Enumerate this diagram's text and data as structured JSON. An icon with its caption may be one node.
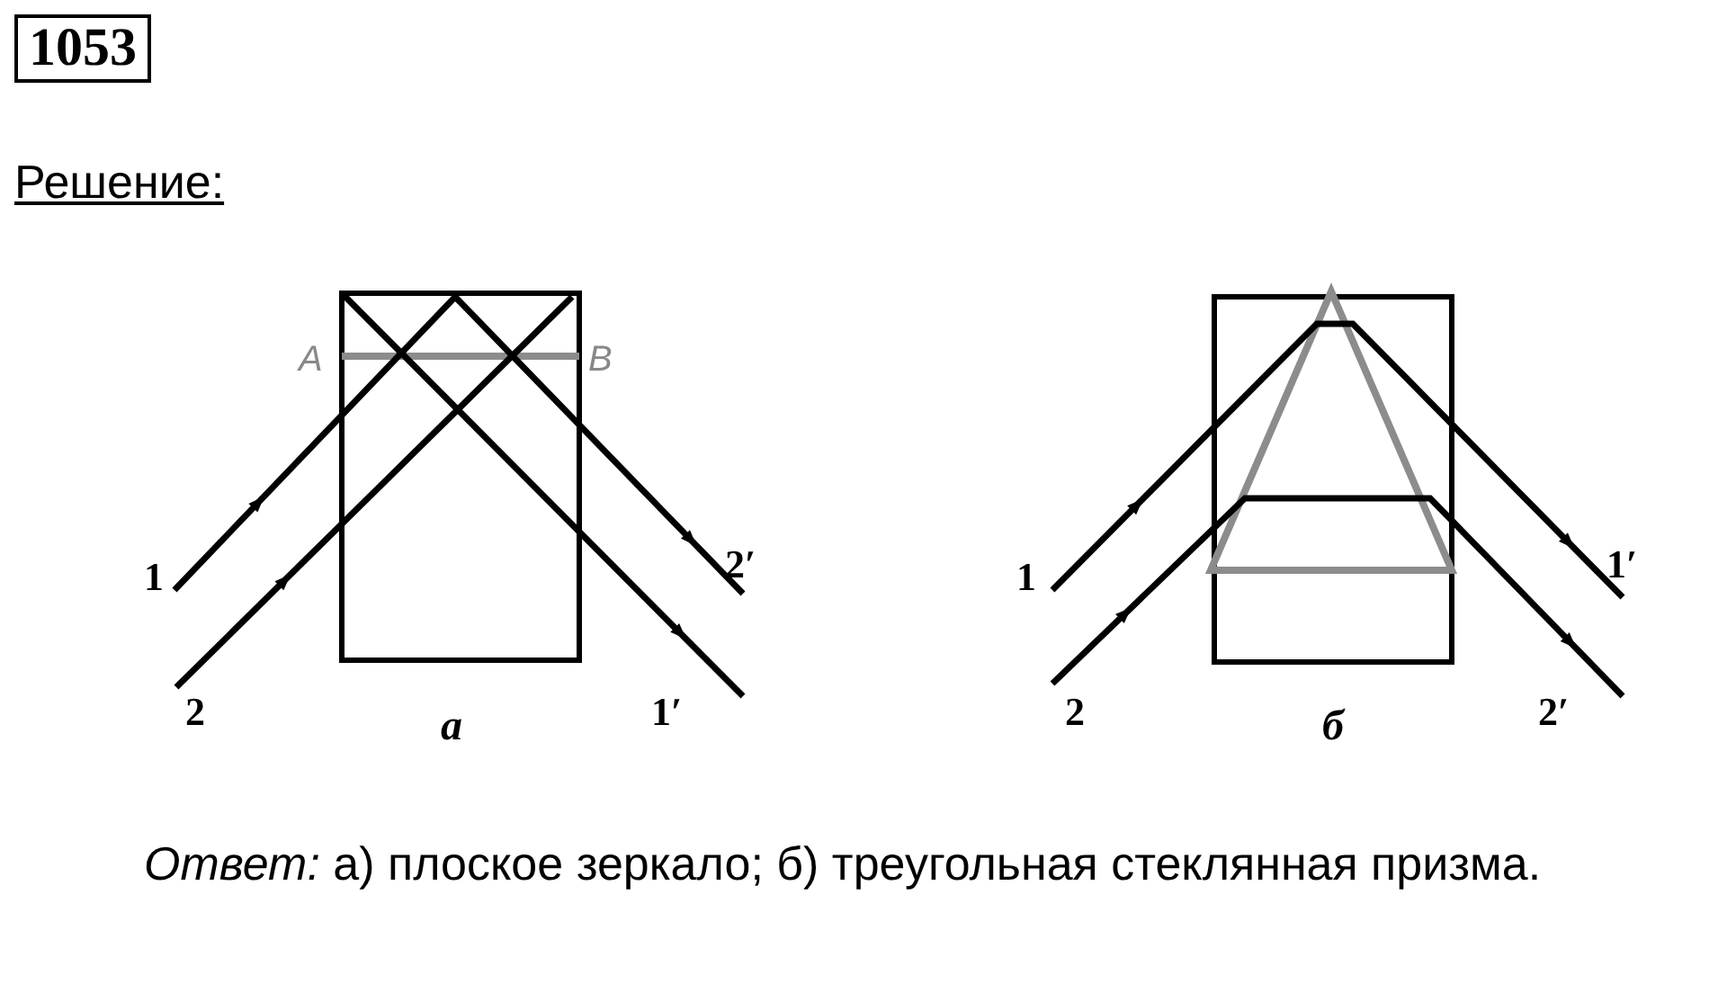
{
  "diagram": {
    "title": "1053",
    "labels": [
      "Решение:",
      "A",
      "B",
      "1",
      "2",
      "2′",
      "1′",
      "а",
      "1",
      "2",
      "1′",
      "2′",
      "б",
      "*Ответ:* а) плоское зеркало; б) треугольная стеклянная призма."
    ]
  }
}
